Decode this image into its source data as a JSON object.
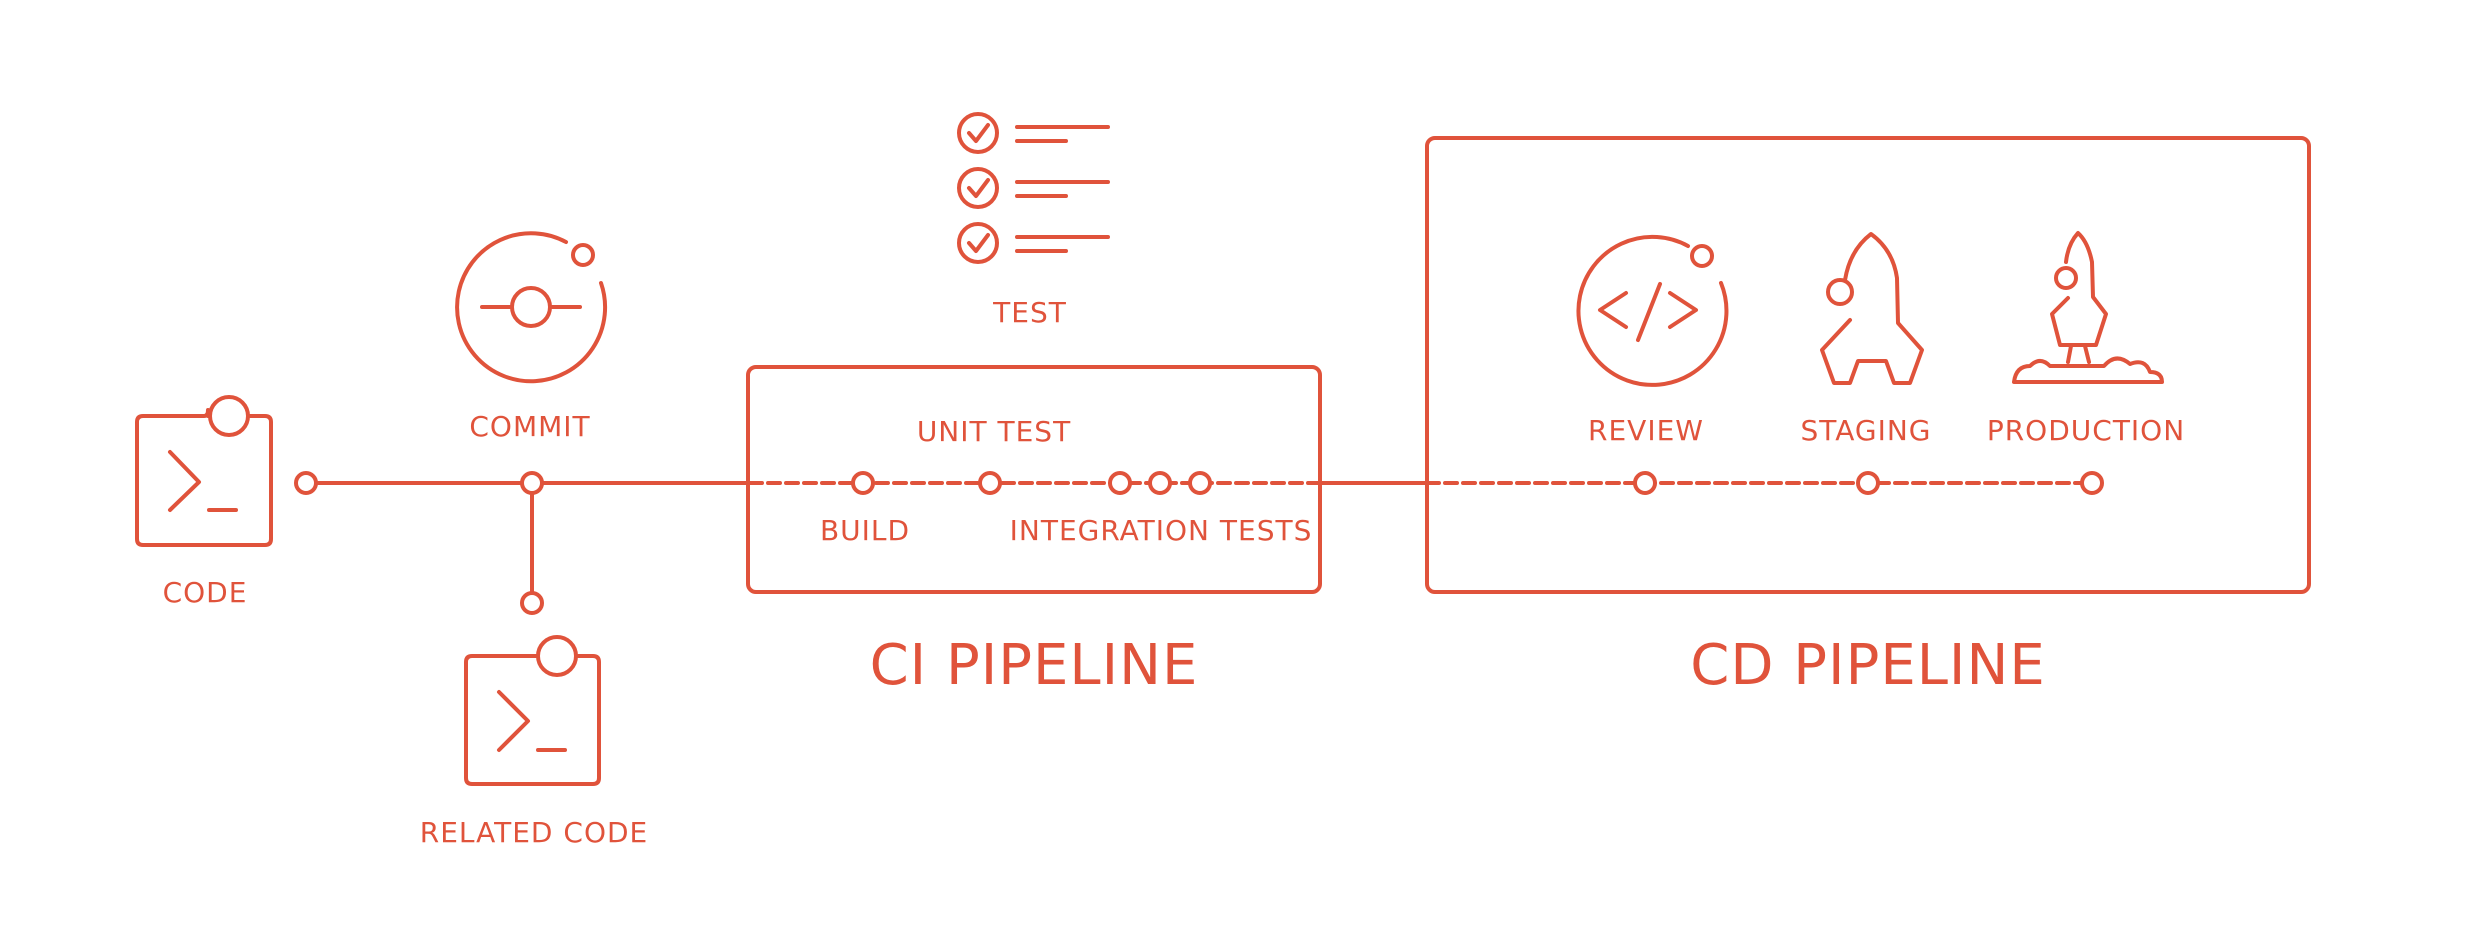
{
  "colors": {
    "stroke": "#E0533B",
    "background": "#FFFFFF"
  },
  "labels": {
    "code": "CODE",
    "commit": "COMMIT",
    "related_code": "RELATED CODE",
    "test": "TEST",
    "unit_test": "UNIT TEST",
    "build": "BUILD",
    "integration_tests": "INTEGRATION TESTS",
    "ci_pipeline": "CI PIPELINE",
    "review": "REVIEW",
    "staging": "STAGING",
    "production": "PRODUCTION",
    "cd_pipeline": "CD PIPELINE"
  },
  "icons": {
    "code": "terminal-icon",
    "related_code": "terminal-icon",
    "commit": "commit-icon",
    "test": "checklist-icon",
    "review": "code-review-icon",
    "staging": "rocket-icon",
    "production": "rocket-launch-icon"
  }
}
